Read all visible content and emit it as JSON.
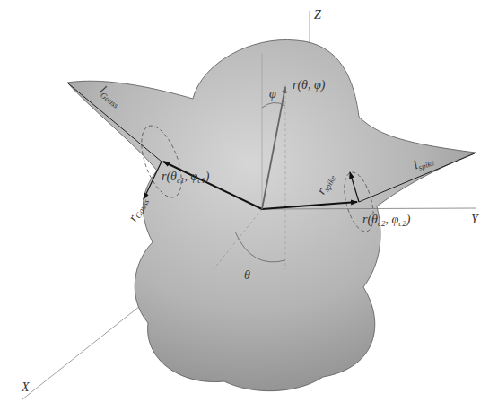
{
  "diagram": {
    "labels": [
      "Z",
      "Y",
      "X",
      "lGauss",
      "rGauss",
      "r(θc1, φc1)",
      "r(θ, φ)",
      "φ",
      "r(θc2, φc2)",
      "rspike",
      "lspike",
      "θ"
    ]
  }
}
